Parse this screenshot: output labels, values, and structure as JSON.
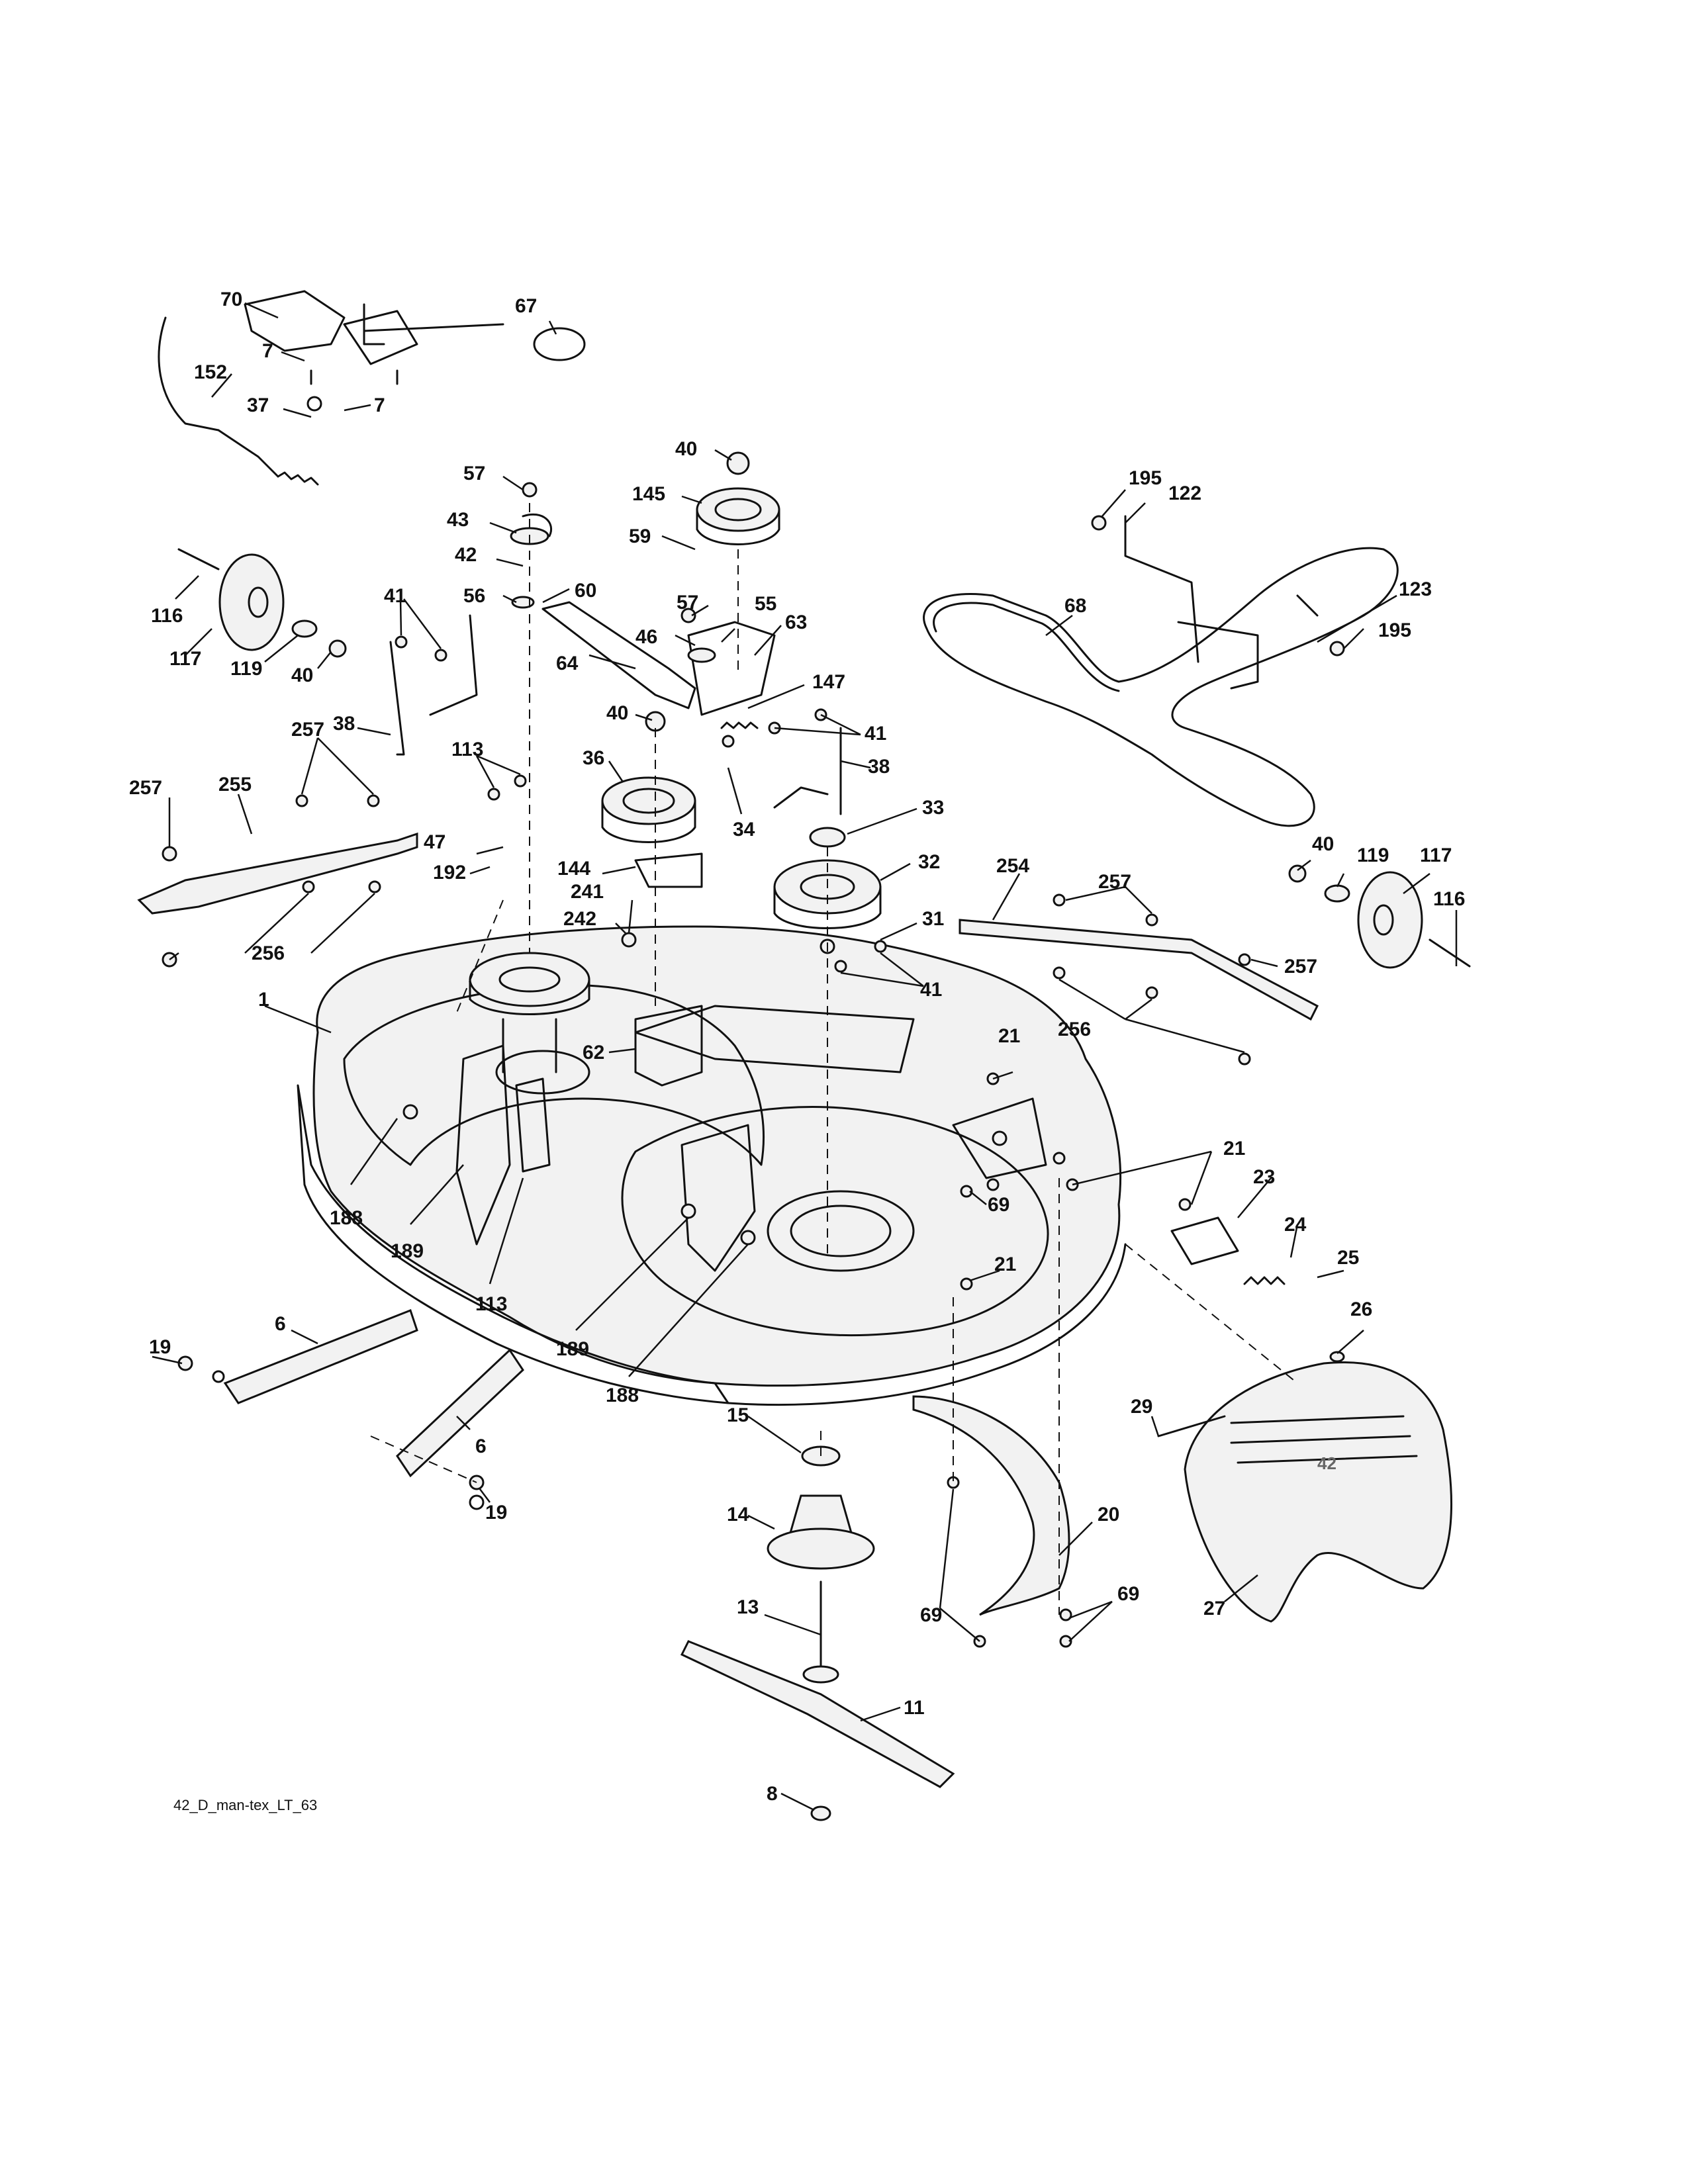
{
  "figure": {
    "reference_code": "42_D_man-tex_LT_63",
    "cover_badge": "42"
  },
  "callouts": [
    "70",
    "67",
    "7",
    "7",
    "152",
    "37",
    "40",
    "145",
    "57",
    "43",
    "59",
    "42",
    "60",
    "56",
    "57",
    "55",
    "46",
    "63",
    "64",
    "147",
    "116",
    "117",
    "119",
    "40",
    "41",
    "38",
    "257",
    "257",
    "255",
    "113",
    "40",
    "36",
    "41",
    "38",
    "33",
    "34",
    "32",
    "47",
    "192",
    "144",
    "241",
    "242",
    "31",
    "256",
    "256",
    "41",
    "254",
    "257",
    "257",
    "40",
    "119",
    "117",
    "116",
    "1",
    "195",
    "122",
    "123",
    "195",
    "68",
    "21",
    "62",
    "21",
    "23",
    "188",
    "189",
    "113",
    "69",
    "24",
    "25",
    "21",
    "189",
    "188",
    "26",
    "6",
    "19",
    "6",
    "19",
    "15",
    "29",
    "14",
    "20",
    "27",
    "69",
    "13",
    "69",
    "11",
    "8"
  ]
}
